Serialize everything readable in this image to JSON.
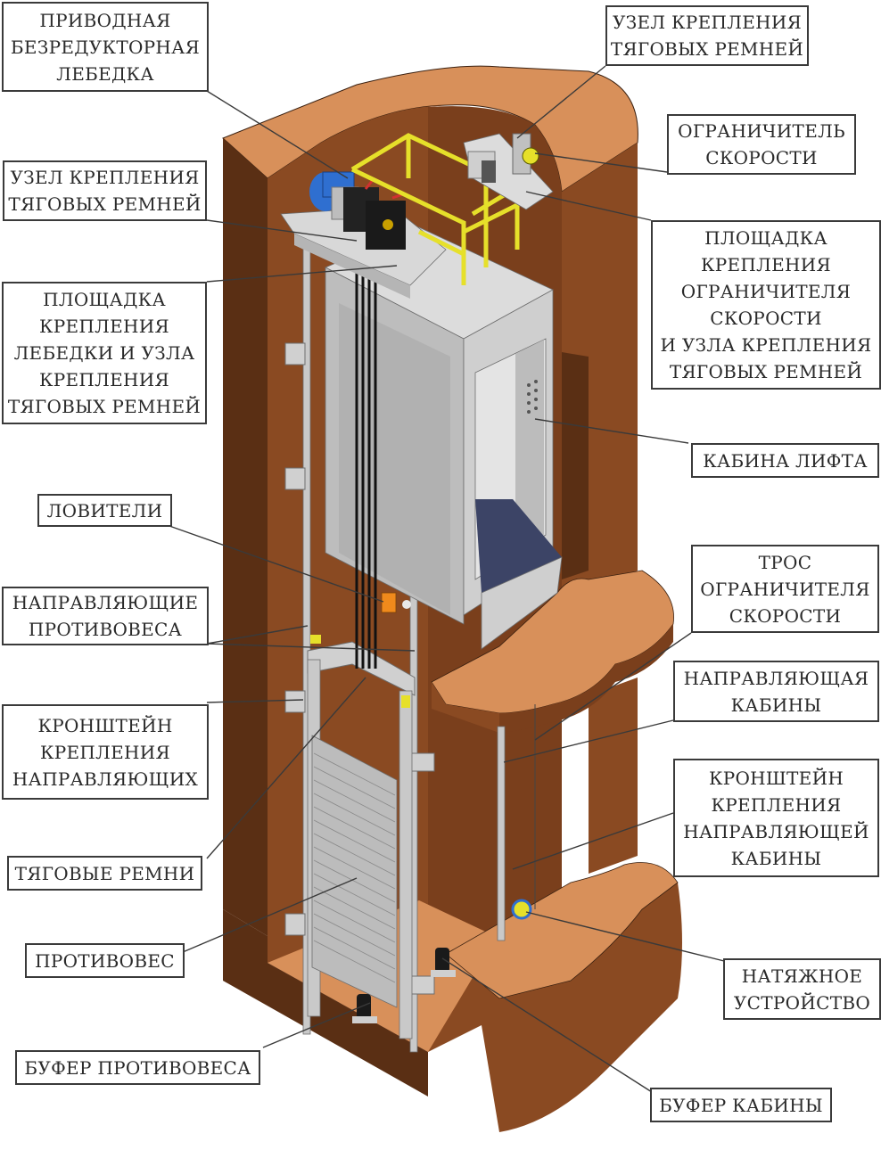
{
  "diagram": {
    "subject": "Elevator shaft with machine-room-less gearless traction lift",
    "colors": {
      "wall_light": "#d8905a",
      "wall_mid": "#8a4a22",
      "wall_dark": "#5a2f14",
      "steel": "#c9c9c9",
      "steel_dark": "#8e8e8e",
      "railing": "#e6e02a",
      "motor_blue": "#2f6fd0",
      "cabin_floor": "#3c4466",
      "safety_orange": "#f08a1c",
      "label_border": "#3a3a3a"
    },
    "labels": [
      {
        "id": "drive-winch",
        "lines": [
          "ПРИВОДНАЯ",
          "БЕЗРЕДУКТОРНАЯ",
          "ЛЕБЕДКА"
        ]
      },
      {
        "id": "belt-anchor-left",
        "lines": [
          "УЗЕЛ КРЕПЛЕНИЯ",
          "ТЯГОВЫХ РЕМНЕЙ"
        ]
      },
      {
        "id": "winch-platform",
        "lines": [
          "ПЛОЩАДКА",
          "КРЕПЛЕНИЯ",
          "ЛЕБЕДКИ И УЗЛА",
          "КРЕПЛЕНИЯ",
          "ТЯГОВЫХ РЕМНЕЙ"
        ]
      },
      {
        "id": "safety-gear",
        "lines": [
          "ЛОВИТЕЛИ"
        ]
      },
      {
        "id": "counterweight-guides",
        "lines": [
          "НАПРАВЛЯЮЩИЕ",
          "ПРОТИВОВЕСА"
        ]
      },
      {
        "id": "guide-bracket",
        "lines": [
          "КРОНШТЕЙН",
          "КРЕПЛЕНИЯ",
          "НАПРАВЛЯЮЩИХ"
        ]
      },
      {
        "id": "traction-belts",
        "lines": [
          "ТЯГОВЫЕ РЕМНИ"
        ]
      },
      {
        "id": "counterweight",
        "lines": [
          "ПРОТИВОВЕС"
        ]
      },
      {
        "id": "counterweight-buffer",
        "lines": [
          "БУФЕР ПРОТИВОВЕСА"
        ]
      },
      {
        "id": "belt-anchor-right",
        "lines": [
          "УЗЕЛ КРЕПЛЕНИЯ",
          "ТЯГОВЫХ РЕМНЕЙ"
        ]
      },
      {
        "id": "speed-governor",
        "lines": [
          "ОГРАНИЧИТЕЛЬ",
          "СКОРОСТИ"
        ]
      },
      {
        "id": "governor-platform",
        "lines": [
          "ПЛОЩАДКА",
          "КРЕПЛЕНИЯ",
          "ОГРАНИЧИТЕЛЯ",
          "СКОРОСТИ",
          "И УЗЛА КРЕПЛЕНИЯ",
          "ТЯГОВЫХ РЕМНЕЙ"
        ]
      },
      {
        "id": "lift-cabin",
        "lines": [
          "КАБИНА ЛИФТА"
        ]
      },
      {
        "id": "governor-rope",
        "lines": [
          "ТРОС",
          "ОГРАНИЧИТЕЛЯ",
          "СКОРОСТИ"
        ]
      },
      {
        "id": "cabin-guide",
        "lines": [
          "НАПРАВЛЯЮЩАЯ",
          "КАБИНЫ"
        ]
      },
      {
        "id": "cabin-guide-bracket",
        "lines": [
          "КРОНШТЕЙН",
          "КРЕПЛЕНИЯ",
          "НАПРАВЛЯЮЩЕЙ",
          "КАБИНЫ"
        ]
      },
      {
        "id": "tension-device",
        "lines": [
          "НАТЯЖНОЕ",
          "УСТРОЙСТВО"
        ]
      },
      {
        "id": "cabin-buffer",
        "lines": [
          "БУФЕР КАБИНЫ"
        ]
      }
    ]
  }
}
